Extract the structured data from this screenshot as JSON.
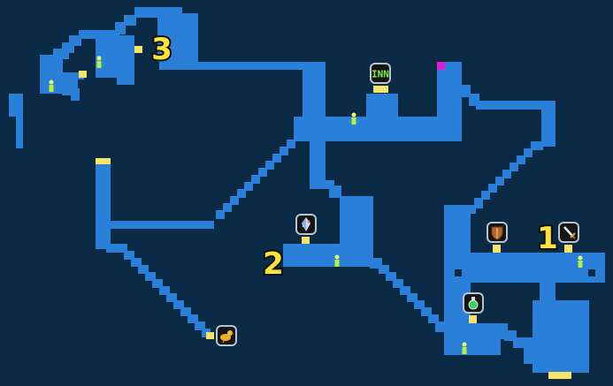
{
  "map": {
    "background_color": "#0b2a46",
    "route_color": "#2a7fd8",
    "door_color": "#f6e36a",
    "marker_color": "#e21ad8",
    "npc_color": "#b8f03a"
  },
  "labels": {
    "area_1": "1",
    "area_2": "2",
    "area_3": "3",
    "inn": "INN"
  },
  "icons": [
    {
      "name": "inn-icon"
    },
    {
      "name": "crystal-icon"
    },
    {
      "name": "shield-shop-icon"
    },
    {
      "name": "weapon-shop-icon"
    },
    {
      "name": "potion-shop-icon"
    },
    {
      "name": "chocobo-icon"
    }
  ]
}
